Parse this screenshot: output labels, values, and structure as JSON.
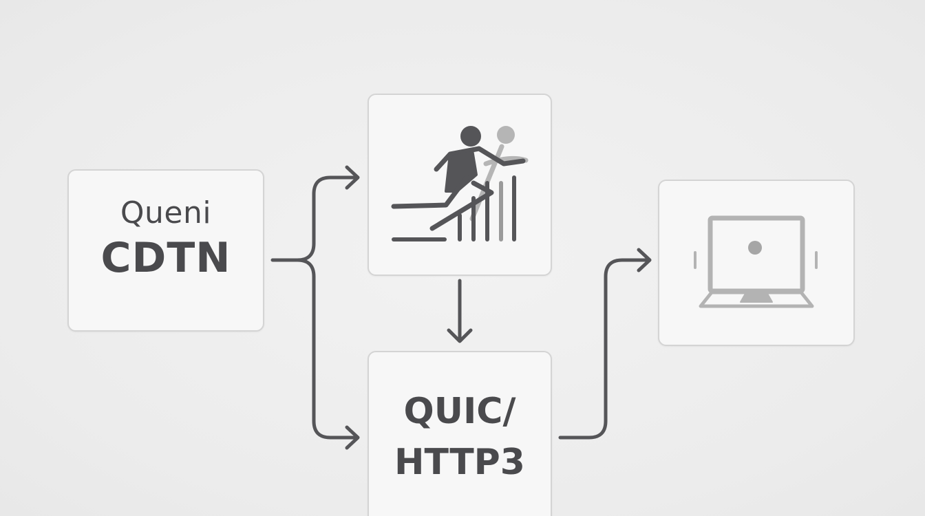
{
  "nodes": {
    "left": {
      "line1": "Queni",
      "line2": "CDTN"
    },
    "top": {
      "icon": "runner-speed-icon"
    },
    "bottom": {
      "line1": "QUIC/",
      "line2": "HTTP3"
    },
    "right": {
      "icon": "laptop-icon"
    }
  },
  "colors": {
    "background": "#ededed",
    "box_fill": "#f7f7f7",
    "box_border": "#d4d4d4",
    "ink": "#4a4a4d",
    "ink_light": "#a6a6a6"
  }
}
